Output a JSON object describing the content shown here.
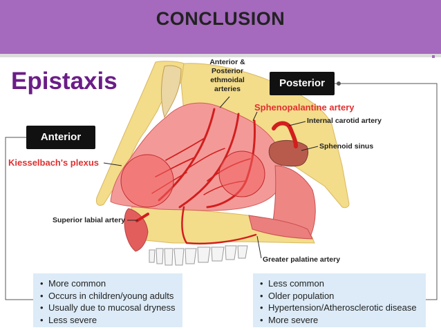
{
  "header": {
    "title": "CONCLUSION"
  },
  "figure": {
    "title": "Epistaxis",
    "anterior": {
      "tag": "Anterior",
      "plexus": "Kiesselbach's plexus",
      "points": [
        "More common",
        "Occurs in children/young adults",
        "Usually due to mucosal dryness",
        "Less severe"
      ]
    },
    "posterior": {
      "tag": "Posterior",
      "artery": "Sphenopalantine artery",
      "points": [
        "Less common",
        "Older population",
        "Hypertension/Atherosclerotic disease",
        "More severe"
      ]
    },
    "labels": {
      "ethmoidal": [
        "Anterior &",
        "Posterior",
        "ethmoidal",
        "arteries"
      ],
      "internal_carotid": "Internal carotid artery",
      "sphenoid_sinus": "Sphenoid sinus",
      "superior_labial": "Superior labial artery",
      "greater_palatine": "Greater palatine artery"
    }
  },
  "colors": {
    "header": "#a569bd",
    "title_purple": "#6b1d87",
    "accent_red": "#e03030",
    "box_bg": "#dcebf7",
    "mucosa": "#f08c8c",
    "bone": "#f3dc8a"
  }
}
